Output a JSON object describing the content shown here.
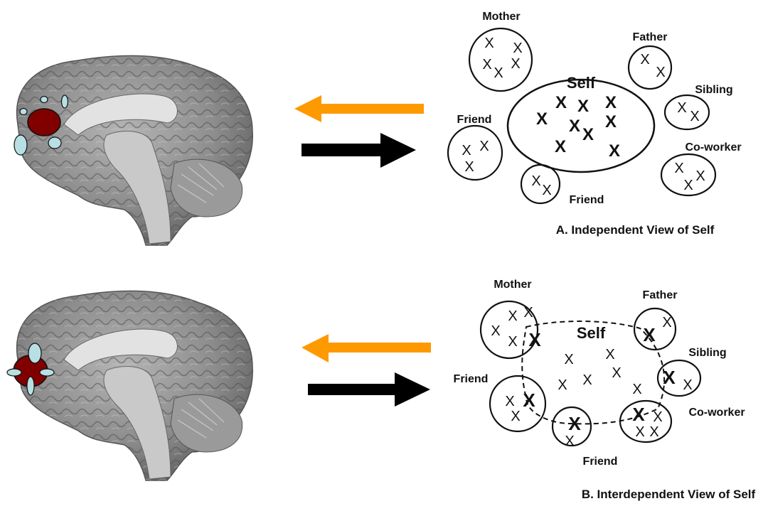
{
  "colors": {
    "arrow_from_culture": "#ff9900",
    "arrow_to_culture": "#000000",
    "mpfc_activation": "#800000",
    "other_activation": "#b8e0e4",
    "brain_gray": "#8a8a8a"
  },
  "panels": [
    {
      "id": "independent",
      "caption": "A. Independent View of Self",
      "self_label": "Self",
      "brain_region": "medial prefrontal cortex",
      "others": [
        {
          "label": "Mother",
          "x_count": 5
        },
        {
          "label": "Father",
          "x_count": 2
        },
        {
          "label": "Sibling",
          "x_count": 2
        },
        {
          "label": "Friend",
          "x_count": 3
        },
        {
          "label": "Friend",
          "x_count": 2
        },
        {
          "label": "Co-worker",
          "x_count": 3
        }
      ],
      "self_x_count": 10,
      "mark": "X"
    },
    {
      "id": "interdependent",
      "caption": "B. Interdependent View of Self",
      "self_label": "Self",
      "brain_region": "medial prefrontal cortex",
      "others": [
        {
          "label": "Mother",
          "x_count": 5
        },
        {
          "label": "Father",
          "x_count": 2
        },
        {
          "label": "Sibling",
          "x_count": 2
        },
        {
          "label": "Friend",
          "x_count": 3
        },
        {
          "label": "Friend",
          "x_count": 2
        },
        {
          "label": "Co-worker",
          "x_count": 4
        }
      ],
      "self_x_count": 7,
      "mark": "X"
    }
  ]
}
